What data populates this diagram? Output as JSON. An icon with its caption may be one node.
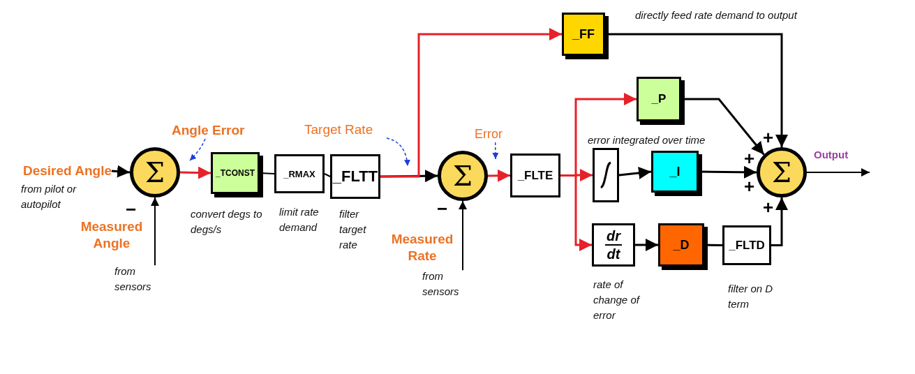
{
  "diagram": {
    "nodes": [
      {
        "text": [
          "Desired Angle"
        ],
        "beside": [
          "from pilot or autopilot"
        ]
      },
      {
        "text": [
          "Angle Error"
        ]
      },
      {
        "text": [
          "Σ"
        ]
      },
      {
        "text": [
          "_TCONST"
        ],
        "beside": [
          "convert degs to degs/s"
        ]
      },
      {
        "text": [
          "_RMAX"
        ],
        "beside": [
          "limit rate demand"
        ]
      },
      {
        "text": [
          "_FLTT"
        ],
        "beside": [
          "filter target rate"
        ]
      },
      {
        "text": [
          "Target Rate"
        ]
      },
      {
        "text": [
          "_FF"
        ]
      },
      {
        "text": [
          "Error"
        ]
      },
      {
        "text": [
          "Σ"
        ]
      },
      {
        "text": [
          "_FLTE"
        ]
      },
      {
        "text": [
          "_P"
        ]
      },
      {
        "text": [],
        "shape": "box",
        "beside": [
          "error integrated over time"
        ]
      },
      {
        "text": [
          "_I"
        ]
      },
      {
        "text": [
          "dr",
          "dt"
        ],
        "beside": [
          "rate of change of error"
        ]
      },
      {
        "text": [
          "_D"
        ]
      },
      {
        "text": [
          "_FLTD"
        ],
        "beside": [
          "filter on D term"
        ]
      },
      {
        "text": [
          "Σ"
        ]
      },
      {
        "text": [
          "from sensors"
        ]
      },
      {
        "text": [
          "from sensors"
        ]
      }
    ],
    "edges": [
      {
        "from": 0,
        "to": 2,
        "arrow": "to"
      },
      {
        "from": 1,
        "to": null,
        "arrow": "to",
        "style": "dashed",
        "color": "#1a3fe0"
      },
      {
        "from": 18,
        "to": 2,
        "arrow": "to"
      },
      {
        "from": 2,
        "to": 3,
        "arrow": "to",
        "color": "#e62129"
      },
      {
        "from": 3,
        "to": 4,
        "arrow": "none"
      },
      {
        "from": 4,
        "to": 5,
        "arrow": "none"
      },
      {
        "from": 6,
        "to": null,
        "arrow": "to",
        "style": "dashed",
        "color": "#1a3fe0"
      },
      {
        "from": 5,
        "to": 9,
        "arrow": "to"
      },
      {
        "from": 5,
        "to": 7,
        "arrow": "to",
        "color": "#e62129"
      },
      {
        "from": 8,
        "to": null,
        "arrow": "to",
        "style": "dashed",
        "color": "#1a3fe0"
      },
      {
        "from": 19,
        "to": 9,
        "arrow": "to"
      },
      {
        "from": 9,
        "to": 10,
        "arrow": "to",
        "color": "#e62129"
      },
      {
        "from": 10,
        "to": 11,
        "arrow": "to",
        "color": "#e62129"
      },
      {
        "from": 10,
        "to": 12,
        "arrow": "to",
        "color": "#e62129"
      },
      {
        "from": 10,
        "to": 14,
        "arrow": "to",
        "color": "#e62129"
      },
      {
        "from": 7,
        "to": 17,
        "arrow": "to",
        "label": "directly feed rate demand to output"
      },
      {
        "from": 11,
        "to": 17,
        "arrow": "to"
      },
      {
        "from": 12,
        "to": 13,
        "arrow": "to"
      },
      {
        "from": 13,
        "to": 17,
        "arrow": "to"
      },
      {
        "from": 14,
        "to": 15,
        "arrow": "to"
      },
      {
        "from": 15,
        "to": 16,
        "arrow": "none"
      },
      {
        "from": 16,
        "to": 17,
        "arrow": "to"
      },
      {
        "from": 17,
        "to": null,
        "arrow": "to",
        "label": "Output"
      }
    ],
    "labels": [
      "−",
      "Measured Angle",
      "−",
      "Measured Rate",
      "+",
      "+",
      "+",
      "+"
    ]
  }
}
